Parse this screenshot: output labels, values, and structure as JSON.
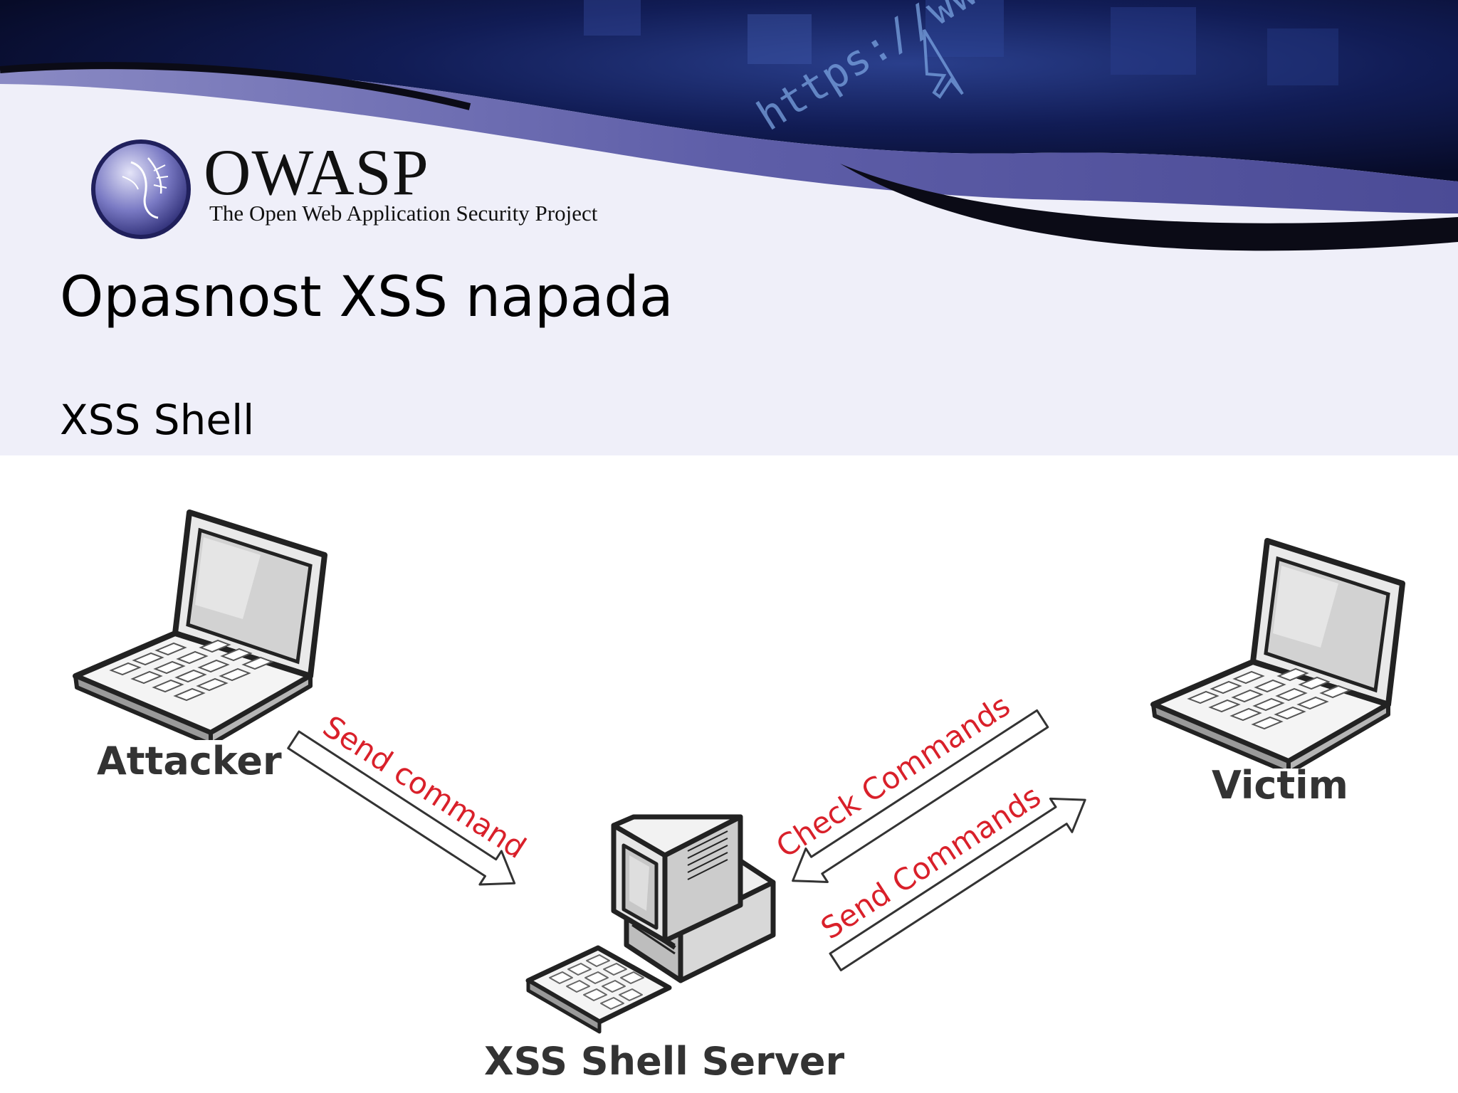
{
  "header": {
    "logo": {
      "wordmark": "OWASP",
      "tagline": "The Open Web Application Security Project"
    },
    "banner_text": "https://www.",
    "title": "Opasnost XSS napada",
    "subtitle": "XSS Shell"
  },
  "diagram": {
    "nodes": {
      "attacker": "Attacker",
      "victim": "Victim",
      "server": "XSS Shell Server"
    },
    "arrows": {
      "attacker_to_server": "Send command",
      "victim_to_server": "Check Commands",
      "server_to_victim": "Send Commands"
    }
  },
  "colors": {
    "arrow_label": "#d9202a",
    "header_background": "#efeff9",
    "banner_dark": "#0a1238",
    "swoosh": "#5a5a9e"
  }
}
